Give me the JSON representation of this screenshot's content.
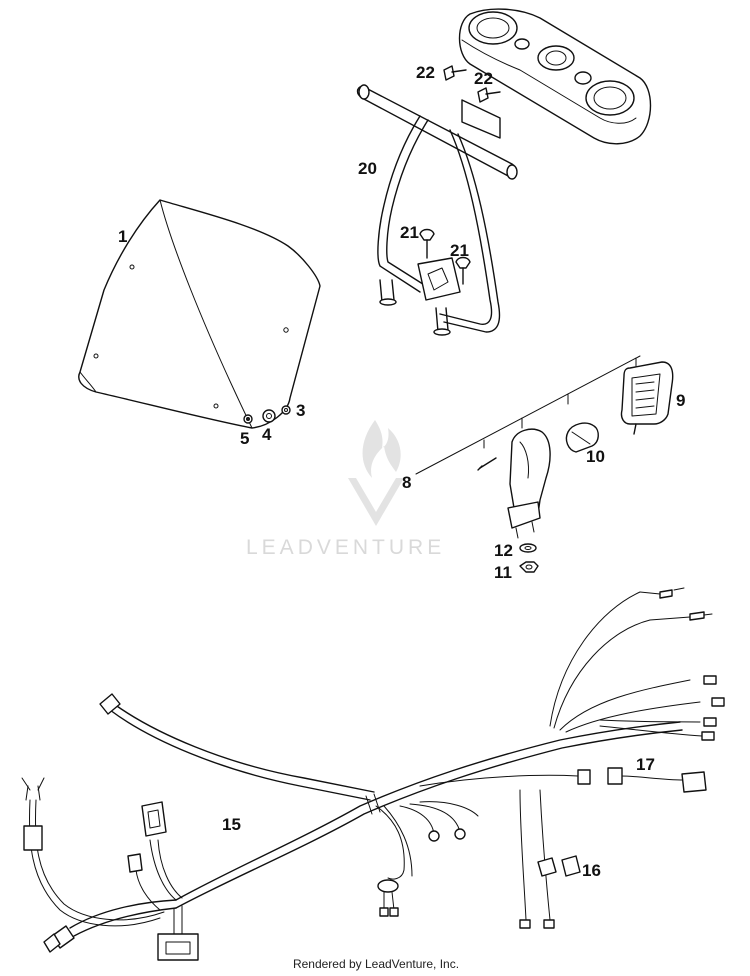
{
  "diagram": {
    "callouts": [
      {
        "id": "c1",
        "label": "1"
      },
      {
        "id": "c3",
        "label": "3"
      },
      {
        "id": "c4",
        "label": "4"
      },
      {
        "id": "c5",
        "label": "5"
      },
      {
        "id": "c8",
        "label": "8"
      },
      {
        "id": "c9",
        "label": "9"
      },
      {
        "id": "c10",
        "label": "10"
      },
      {
        "id": "c11",
        "label": "11"
      },
      {
        "id": "c12",
        "label": "12"
      },
      {
        "id": "c15",
        "label": "15"
      },
      {
        "id": "c16",
        "label": "16"
      },
      {
        "id": "c17",
        "label": "17"
      },
      {
        "id": "c20",
        "label": "20"
      },
      {
        "id": "c21a",
        "label": "21"
      },
      {
        "id": "c21b",
        "label": "21"
      },
      {
        "id": "c22a",
        "label": "22"
      },
      {
        "id": "c22b",
        "label": "22"
      }
    ]
  },
  "watermark": {
    "text": "LEADVENTURE"
  },
  "footer": {
    "text": "Rendered by LeadVenture, Inc."
  },
  "colors": {
    "ink": "#111111",
    "watermark": "#d9d9d9",
    "background": "#ffffff"
  }
}
